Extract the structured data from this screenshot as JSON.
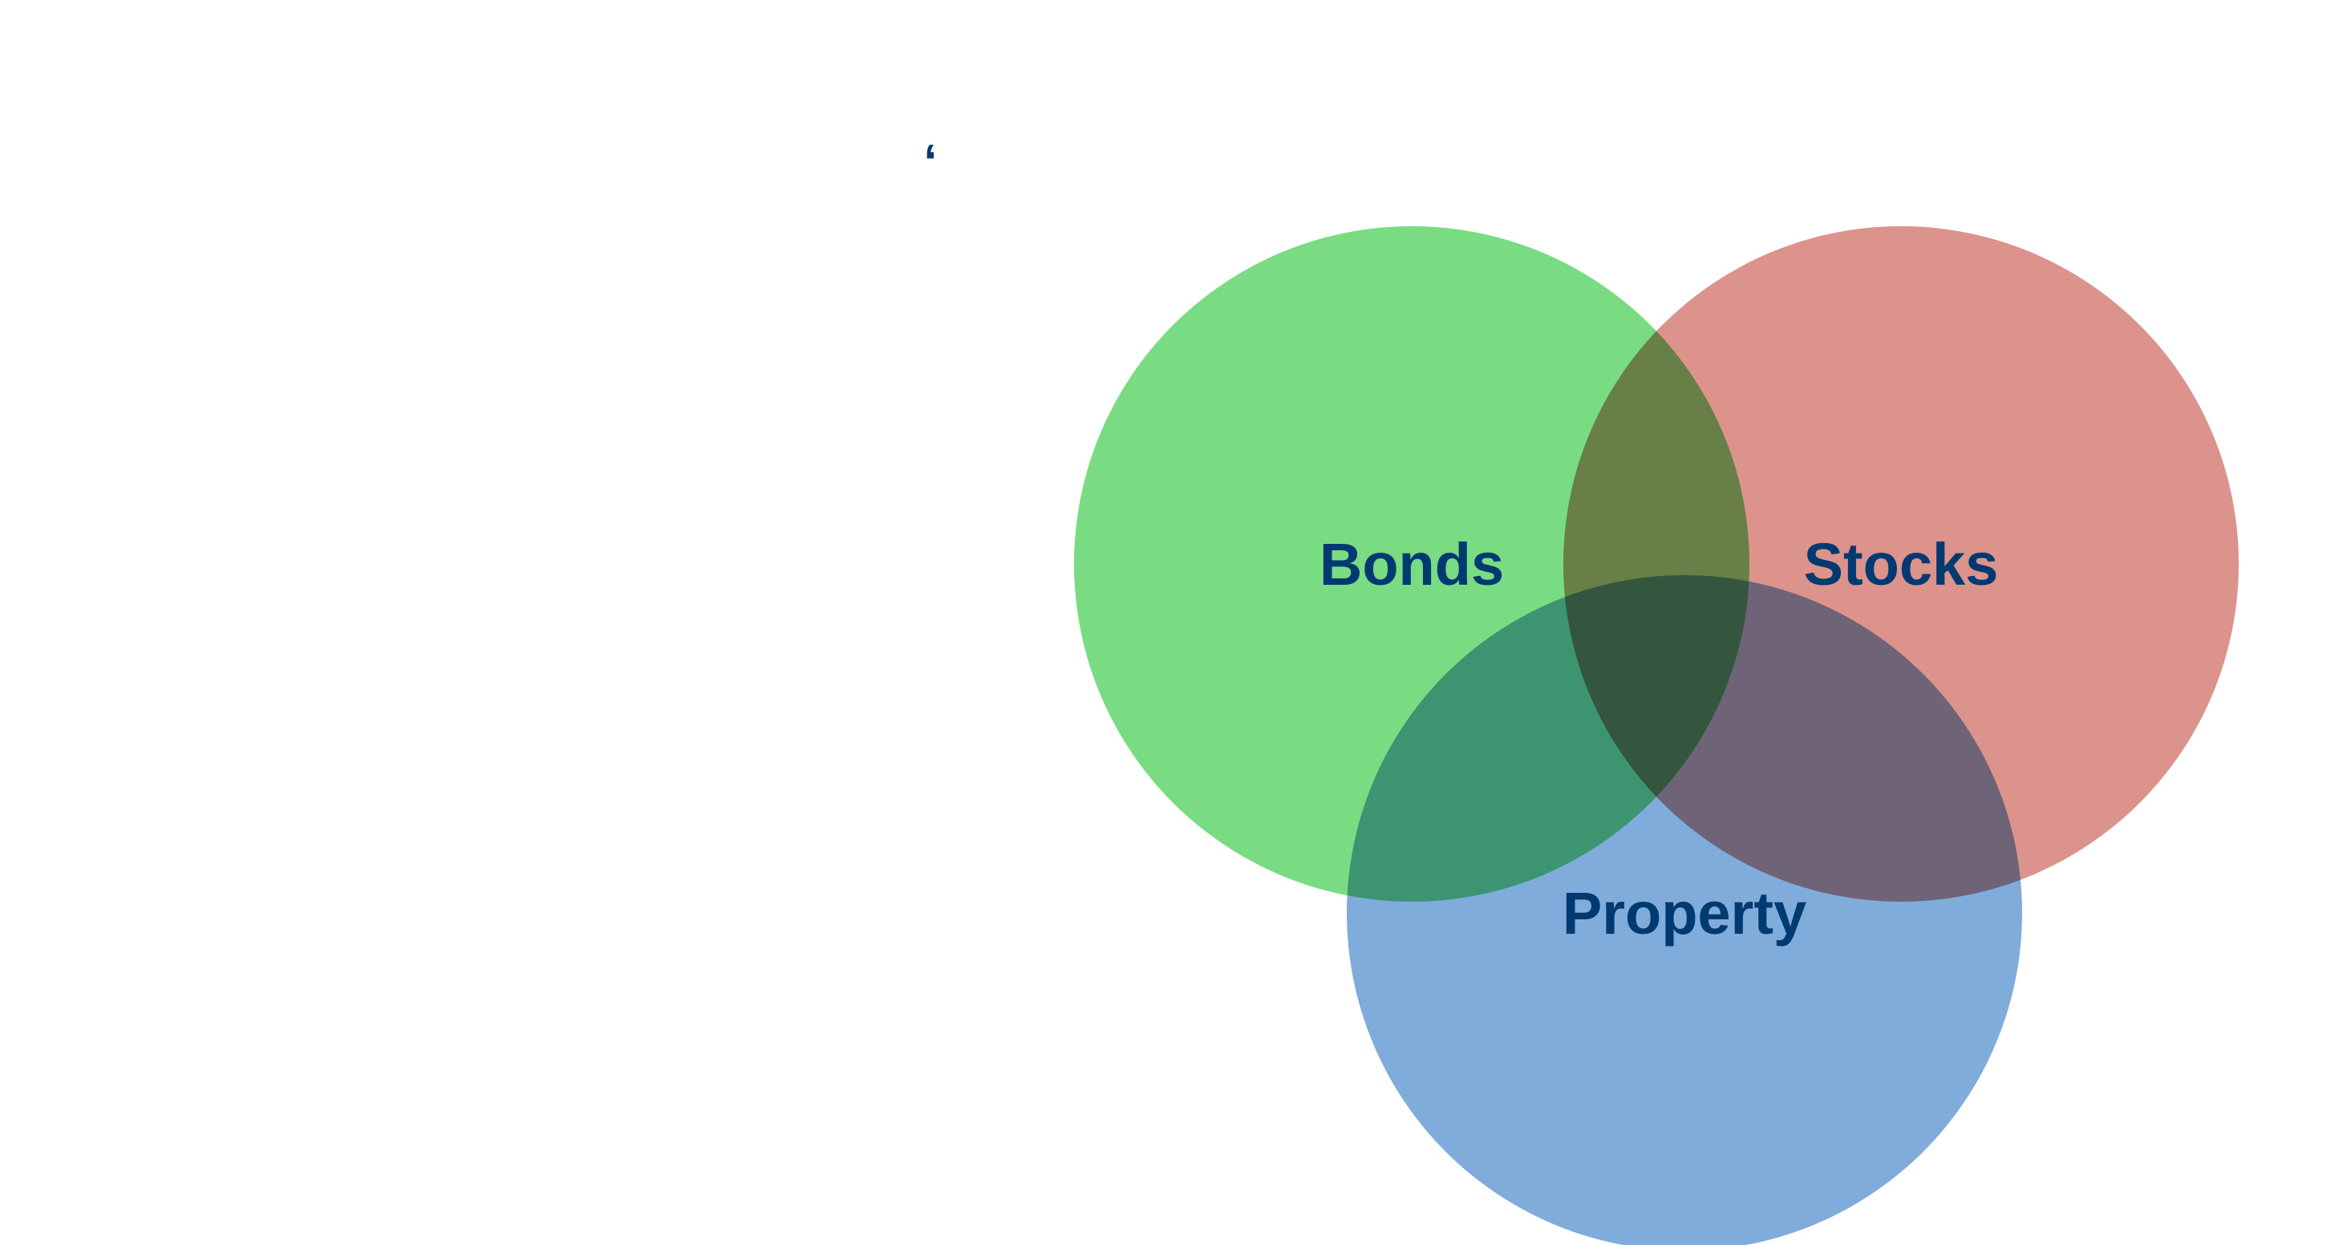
{
  "diagram": {
    "type": "venn",
    "stray_mark": "ʻ",
    "sets": [
      {
        "id": "bonds",
        "label": "Bonds",
        "color": "#79DC83"
      },
      {
        "id": "stocks",
        "label": "Stocks",
        "color": "#DC938B"
      },
      {
        "id": "property",
        "label": "Property",
        "color": "#7FACDA"
      }
    ],
    "label_color": "#003A70"
  }
}
